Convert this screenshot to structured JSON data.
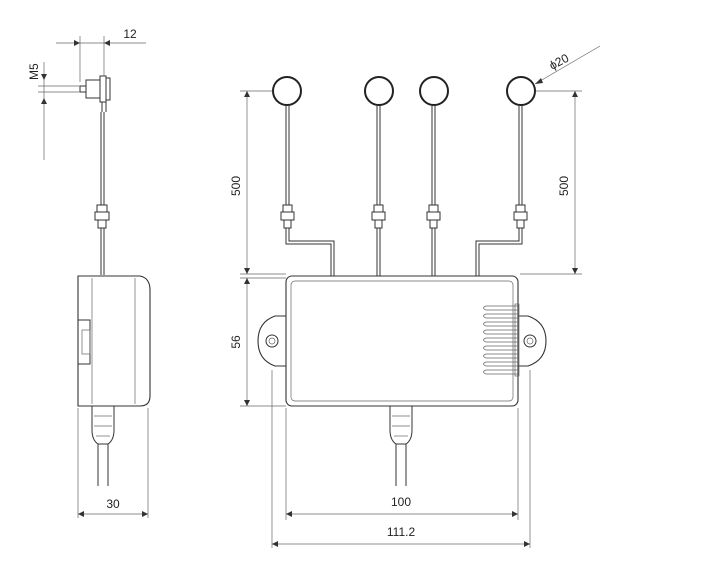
{
  "dimensions": {
    "m5": "M5",
    "d12": "12",
    "phi20": "ϕ20",
    "len_left": "500",
    "len_right": "500",
    "h56": "56",
    "w30": "30",
    "w100": "100",
    "w111": "111.2"
  }
}
